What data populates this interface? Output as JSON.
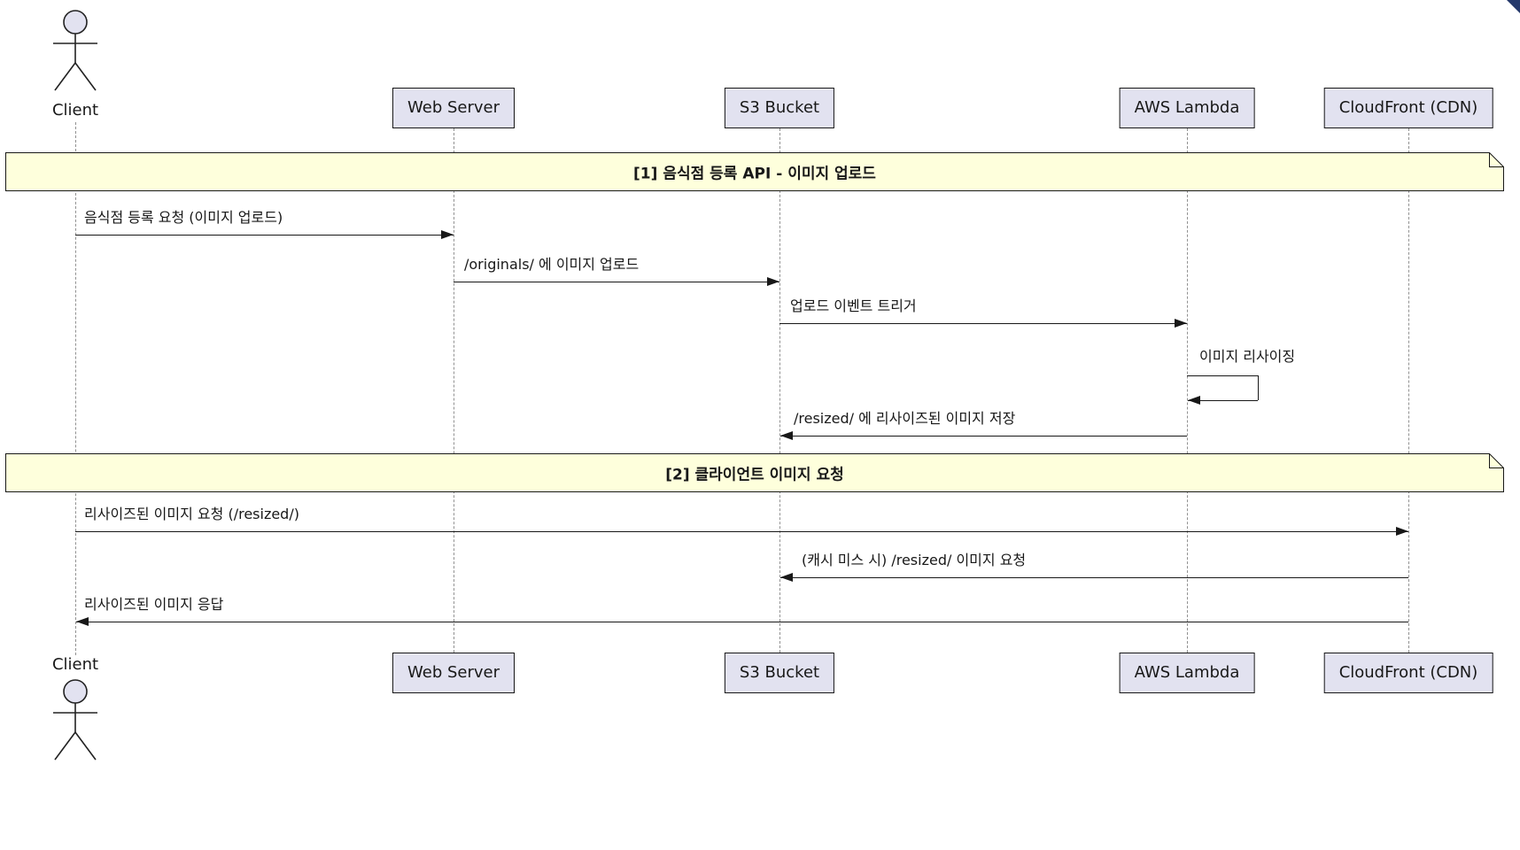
{
  "participants": [
    {
      "name": "Client",
      "type": "actor"
    },
    {
      "name": "Web Server",
      "type": "box"
    },
    {
      "name": "S3 Bucket",
      "type": "box"
    },
    {
      "name": "AWS Lambda",
      "type": "box"
    },
    {
      "name": "CloudFront (CDN)",
      "type": "box"
    }
  ],
  "sections": [
    {
      "label": "[1] 음식점 등록 API - 이미지 업로드"
    },
    {
      "label": "[2] 클라이언트 이미지 요청"
    }
  ],
  "messages": [
    {
      "from": "Client",
      "to": "Web Server",
      "direction": "right",
      "label": "음식점 등록 요청 (이미지 업로드)"
    },
    {
      "from": "Web Server",
      "to": "S3 Bucket",
      "direction": "right",
      "label": "/originals/ 에 이미지 업로드"
    },
    {
      "from": "S3 Bucket",
      "to": "AWS Lambda",
      "direction": "right",
      "label": "업로드 이벤트 트리거"
    },
    {
      "from": "AWS Lambda",
      "to": "AWS Lambda",
      "direction": "self",
      "label": "이미지 리사이징"
    },
    {
      "from": "AWS Lambda",
      "to": "S3 Bucket",
      "direction": "left",
      "label": "/resized/ 에 리사이즈된 이미지 저장"
    },
    {
      "from": "Client",
      "to": "CloudFront (CDN)",
      "direction": "right",
      "label": "리사이즈된 이미지 요청 (/resized/)"
    },
    {
      "from": "CloudFront (CDN)",
      "to": "S3 Bucket",
      "direction": "left",
      "label": "(캐시 미스 시) /resized/ 이미지 요청"
    },
    {
      "from": "CloudFront (CDN)",
      "to": "Client",
      "direction": "left",
      "label": "리사이즈된 이미지 응답"
    }
  ],
  "colors": {
    "background": "#FFFFFF",
    "participant_fill": "#E2E2F0",
    "participant_border": "#181818",
    "section_fill": "#FEFFDC",
    "section_border": "#181818",
    "lifeline": "#919191",
    "arrow": "#181818",
    "corner_artifact": "#24386B"
  }
}
